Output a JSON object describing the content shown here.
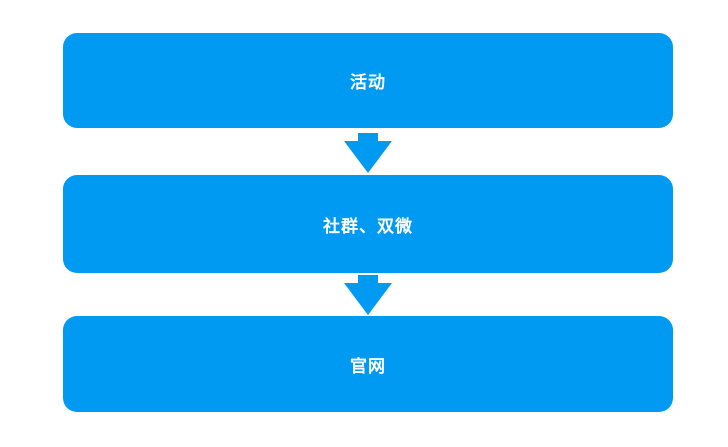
{
  "diagram": {
    "type": "flowchart",
    "direction": "top-down",
    "background_color": "#ffffff",
    "accent_color": "#019af2",
    "node_text_color": "#ffffff",
    "nodes": [
      {
        "id": "activity",
        "label": "活动"
      },
      {
        "id": "community-weibo-wechat",
        "label": "社群、双微"
      },
      {
        "id": "official-website",
        "label": "官网"
      }
    ],
    "connectors": [
      {
        "from": "activity",
        "to": "community-weibo-wechat",
        "style": "solid-arrow-down"
      },
      {
        "from": "community-weibo-wechat",
        "to": "official-website",
        "style": "solid-arrow-down"
      }
    ]
  }
}
